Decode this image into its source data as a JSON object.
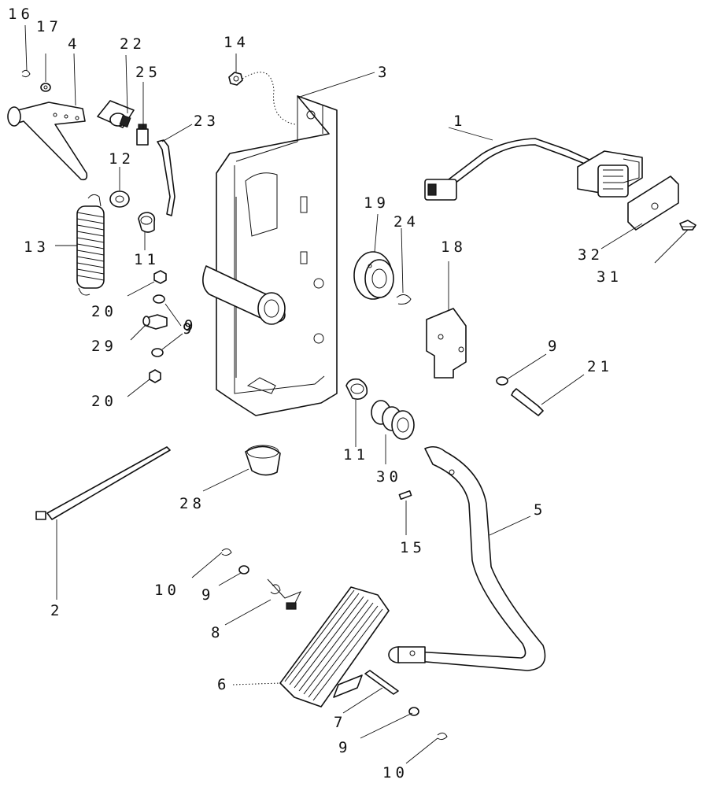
{
  "diagram": {
    "callouts": {
      "p1": "1",
      "p2": "2",
      "p3": "3",
      "p4": "4",
      "p5": "5",
      "p6": "6",
      "p7": "7",
      "p8": "8",
      "p9a": "9",
      "p9b": "9",
      "p9c": "9",
      "p9d": "9",
      "p9e": "9",
      "p10a": "10",
      "p10b": "10",
      "p11a": "11",
      "p11b": "11",
      "p12": "12",
      "p13": "13",
      "p14": "14",
      "p15": "15",
      "p16": "16",
      "p17": "17",
      "p18": "18",
      "p19": "19",
      "p20a": "20",
      "p20b": "20",
      "p21": "21",
      "p22": "22",
      "p23": "23",
      "p24": "24",
      "p25": "25",
      "p28": "28",
      "p29": "29",
      "p30": "30",
      "p31": "31",
      "p32": "32"
    }
  }
}
